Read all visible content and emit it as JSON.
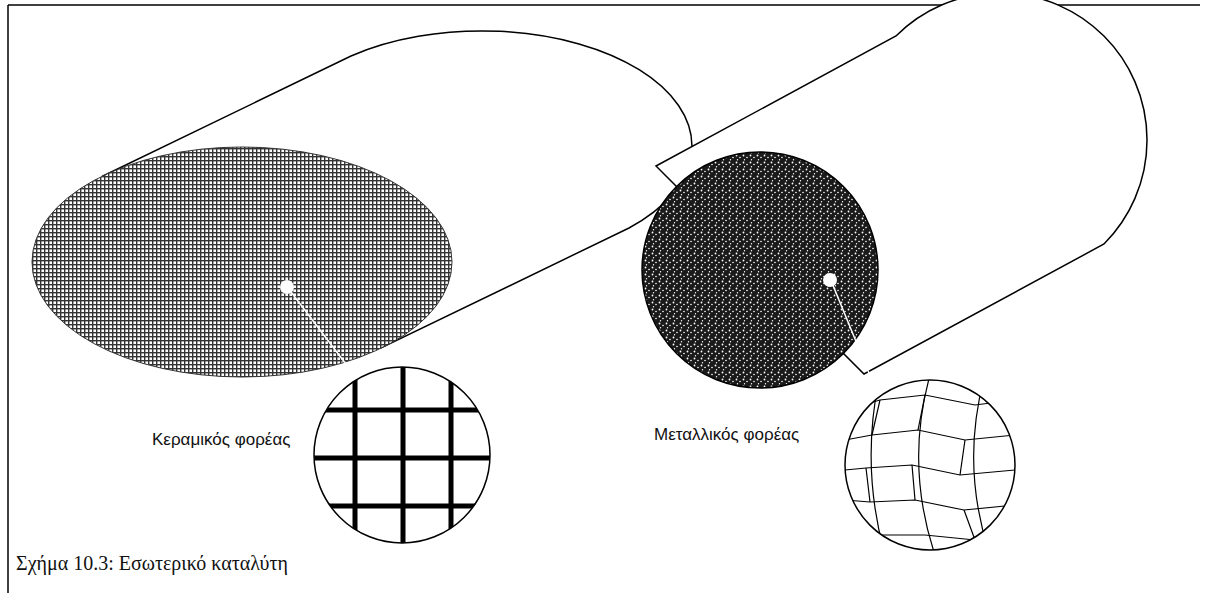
{
  "diagram": {
    "caption": "Σχήμα 10.3:  Εσωτερικό καταλύτη",
    "labels": [
      "Κεραμικός φορέας",
      "Μεταλλικός φορέας"
    ]
  }
}
